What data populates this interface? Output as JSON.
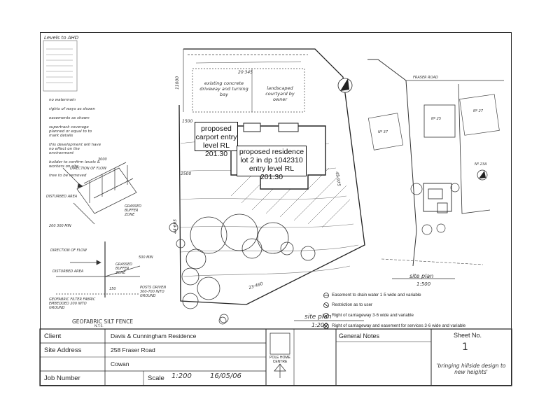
{
  "levels": {
    "heading": "Levels to AHD",
    "notes": [
      "no watermain",
      "rights of ways as shown",
      "easements as shown",
      "supertrack coverage planned or equal to to mark details",
      "this development will have no effect on the environment",
      "builder to confirm levels & workers on site",
      "tree to be removed"
    ]
  },
  "labels": {
    "carport": "proposed carport entry level RL 201.30",
    "residence_line1": "proposed residence",
    "residence_line2": "lot 2 in dp 1042310",
    "residence_line3": "entry level RL 201.30",
    "driveway": "existing concrete driveway and turning bay",
    "courtyard": "landscaped courtyard by owner",
    "fraser_road": "FRASER ROAD",
    "site_plan_main": "site plan",
    "scale_main": "1:200",
    "site_plan_small": "site plan",
    "scale_small": "1:500",
    "no37": "Nº 37",
    "no25": "Nº 25",
    "no27": "Nº 27",
    "no23a": "Nº 23A",
    "dim_1500": "1500",
    "dim_2500": "2500",
    "dim_11000": "11000",
    "dim_20345": "20·345",
    "dim_45975": "45·975",
    "dim_44695": "44·695",
    "dim_23460": "23·460"
  },
  "fence": {
    "title": "GEOFABRIC SILT FENCE",
    "nts": "N.T.S.",
    "direction_flow": "DIRECTION OF FLOW",
    "disturbed_area": "DISTURBED AREA",
    "grassed_buffer": "GRASSED BUFFER ZONE",
    "dim_3000": "3000",
    "dim_200_300": "200 300 MIN",
    "direction_flow2": "DIRECTION OF FLOW",
    "disturbed_area2": "DISTURBED AREA",
    "grassed_buffer2": "GRASSED BUFFER ZONE",
    "dim_500": "500 MIN",
    "posts": "POSTS DRIVEN 300-700 INTO GROUND",
    "geofabric": "GEOFABRIC FILTER FABRIC EMBEDDED 200 INTO GROUND",
    "dim_150": "150"
  },
  "legend": {
    "easement": "Easement to drain water 1·5 wide and variable",
    "restriction": "Restriction as to user",
    "carriageway": "Right of carriageway 3·6 wide and variable",
    "carriageway_services": "Right of carriageway and easement for services 3·6 wide and variable"
  },
  "titleblock": {
    "client_label": "Client",
    "client_value": "Davis & Cunningham Residence",
    "site_label": "Site Address",
    "site_value1": "258 Fraser Road",
    "site_value2": "Cowan",
    "job_label": "Job Number",
    "scale_label": "Scale",
    "scale_value": "1:200",
    "date_value": "16/05/06",
    "logo_text": "POLE HOME CENTRE",
    "general_notes": "General Notes",
    "sheet_label": "Sheet No.",
    "sheet_value": "1",
    "slogan": "'bringing hillside design to new heights'"
  }
}
